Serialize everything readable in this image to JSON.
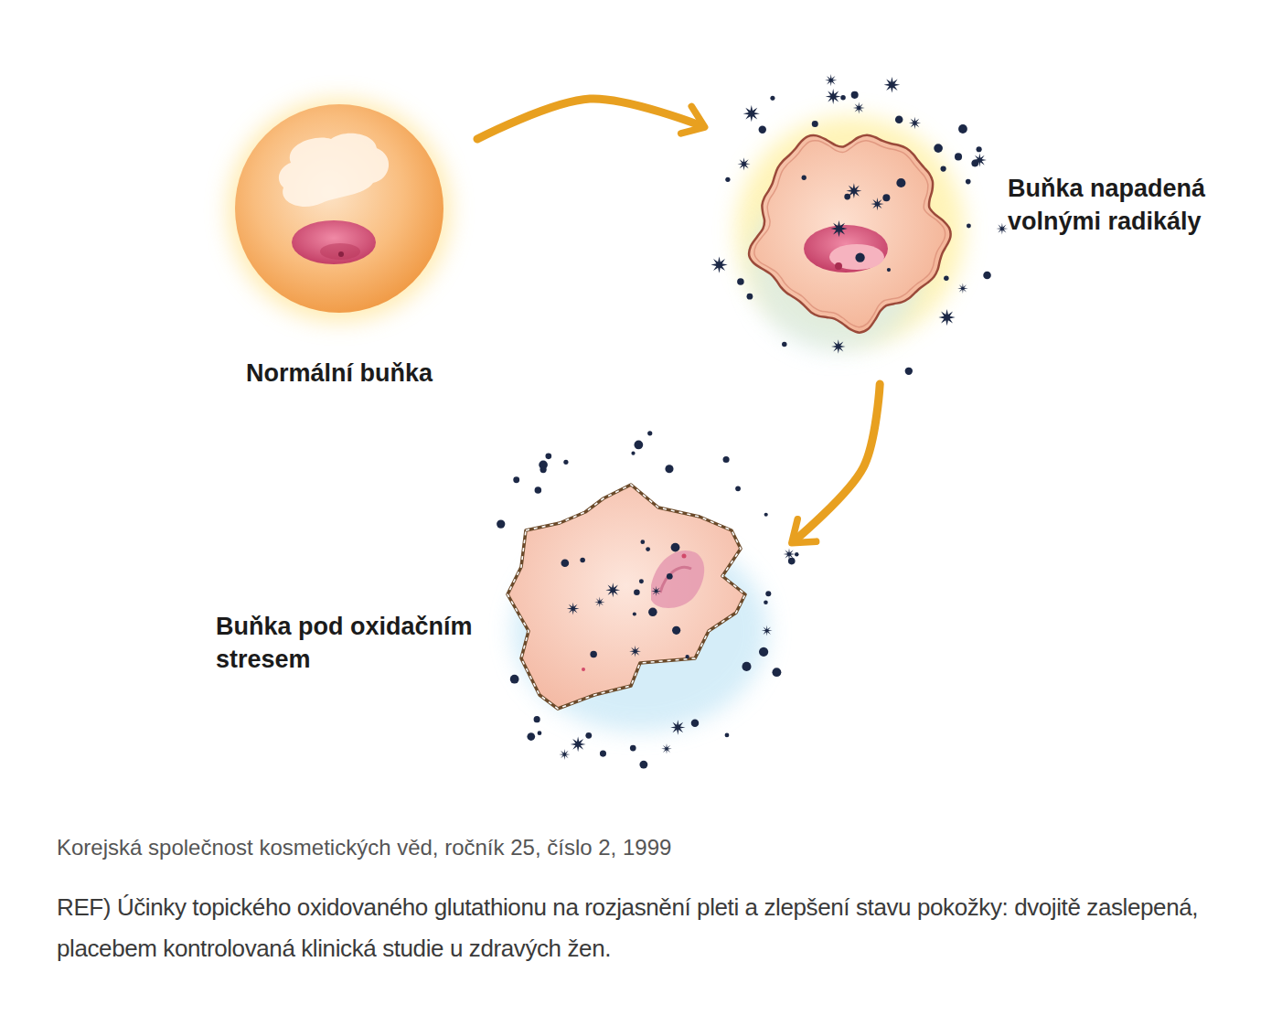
{
  "diagram": {
    "nodes": [
      {
        "text": [
          "Normální buňka"
        ]
      },
      {
        "text": [
          "Buňka napadená volnými radikály"
        ]
      },
      {
        "text": [
          "Buňka pod oxidačním stresem"
        ]
      }
    ],
    "edges": [
      {
        "from": 0,
        "to": 1,
        "arrow": "to"
      },
      {
        "from": 1,
        "to": 2,
        "arrow": "to"
      }
    ],
    "labels": [
      "Korejská společnost kosmetických věd, ročník 25, číslo 2, 1999",
      "REF) Účinky topického oxidovaného glutathionu na rozjasnění pleti a zlepšení stavu pokožky: dvojitě zaslepená, placebem kontrolovaná klinická studie u zdravých žen."
    ]
  }
}
